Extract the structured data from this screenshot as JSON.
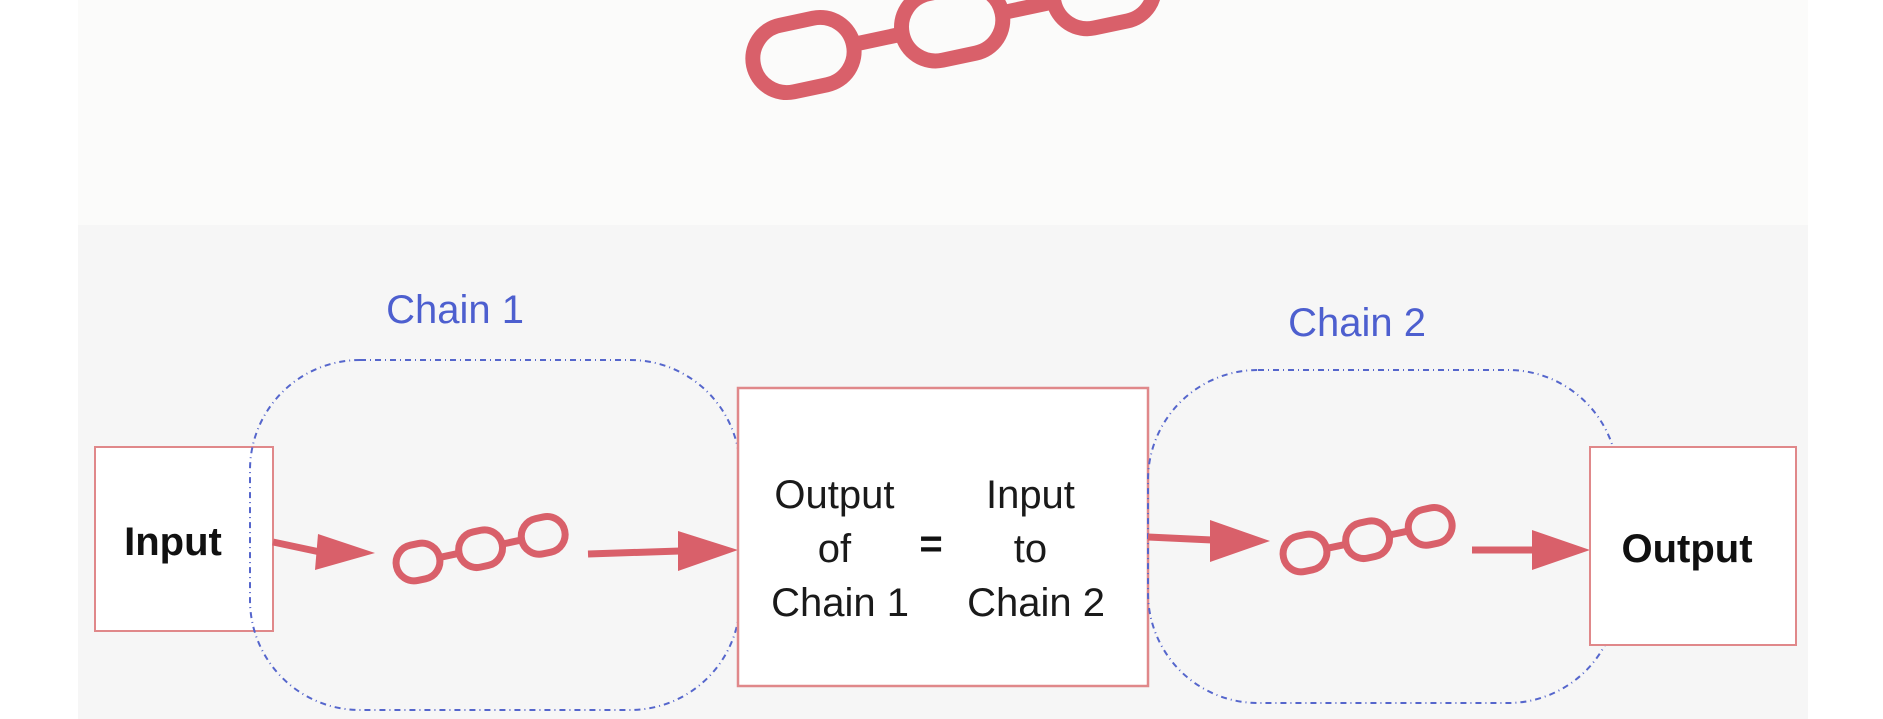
{
  "diagram": {
    "input_label": "Input",
    "output_label": "Output",
    "chain1_label": "Chain 1",
    "chain2_label": "Chain 2",
    "equals_sign": "=",
    "center_left_lines": [
      "Output",
      "of",
      "Chain 1"
    ],
    "center_right_lines": [
      "Input",
      "to",
      "Chain 2"
    ]
  },
  "colors": {
    "accent_red": "#d9606a",
    "box_border": "#e0888a",
    "chain_outline_blue": "#5566cc",
    "chain_label_blue": "#4d5fcf"
  },
  "icons": [
    "chain-link-icon",
    "arrow-right-icon"
  ]
}
